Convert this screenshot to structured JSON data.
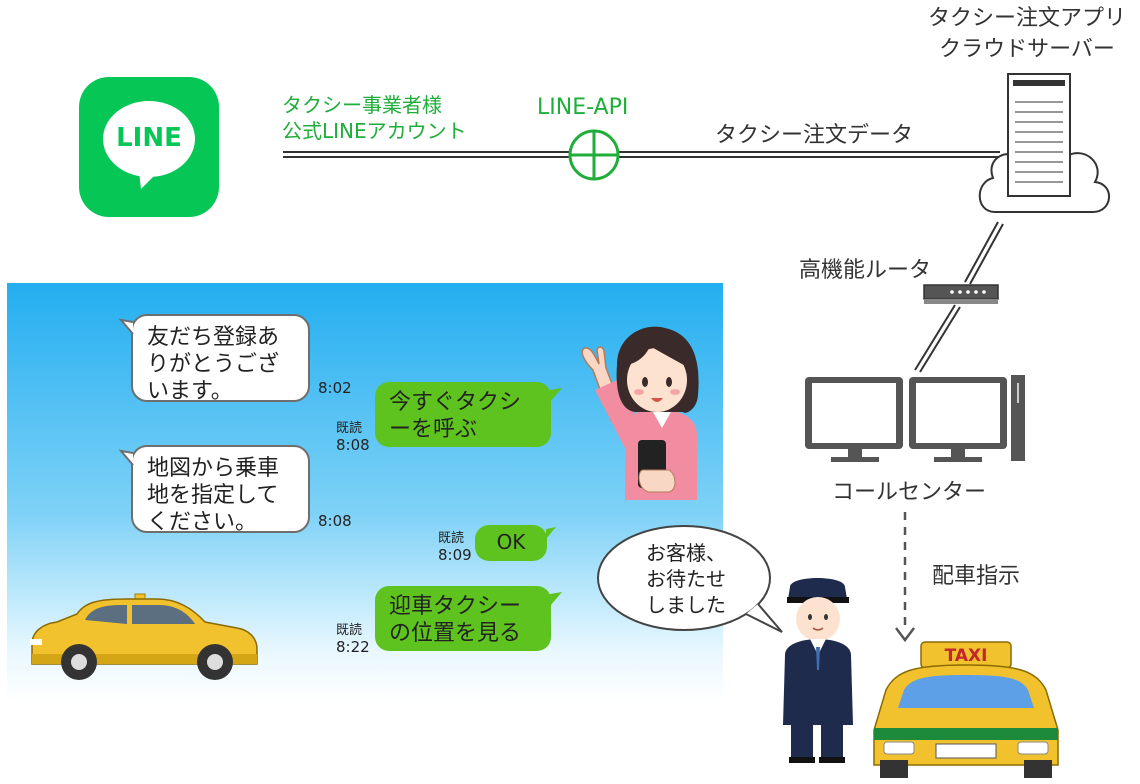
{
  "line_logo": {
    "text": "LINE",
    "color": "#06c755"
  },
  "labels": {
    "account": [
      "タクシー事業者様",
      "公式LINEアカウント"
    ],
    "api": "LINE-API",
    "taxi_data": "タクシー注文データ",
    "server": [
      "タクシー注文アプリ",
      "クラウドサーバー"
    ],
    "router": "高機能ルータ",
    "call_center": "コールセンター",
    "dispatch": "配車指示",
    "taxi_sign": "TAXI"
  },
  "chat": {
    "bubble1": "友だち登録ありがとうございます。",
    "time1": "8:02",
    "bubble2": "今すぐタクシーを呼ぶ",
    "read2": "既読",
    "time2": "8:08",
    "bubble3": "地図から乗車地を指定してください。",
    "time3": "8:08",
    "bubble4": "OK",
    "read4": "既読",
    "time4": "8:09",
    "bubble5": "迎車タクシーの位置を見る",
    "read5": "既読",
    "time5": "8:22"
  },
  "speech": "お客様、お待たせしました",
  "colors": {
    "line_green": "#06c755",
    "chat_green": "#5fc31f",
    "sky": "#23aef0",
    "taxi_yellow": "#f2c12e"
  }
}
